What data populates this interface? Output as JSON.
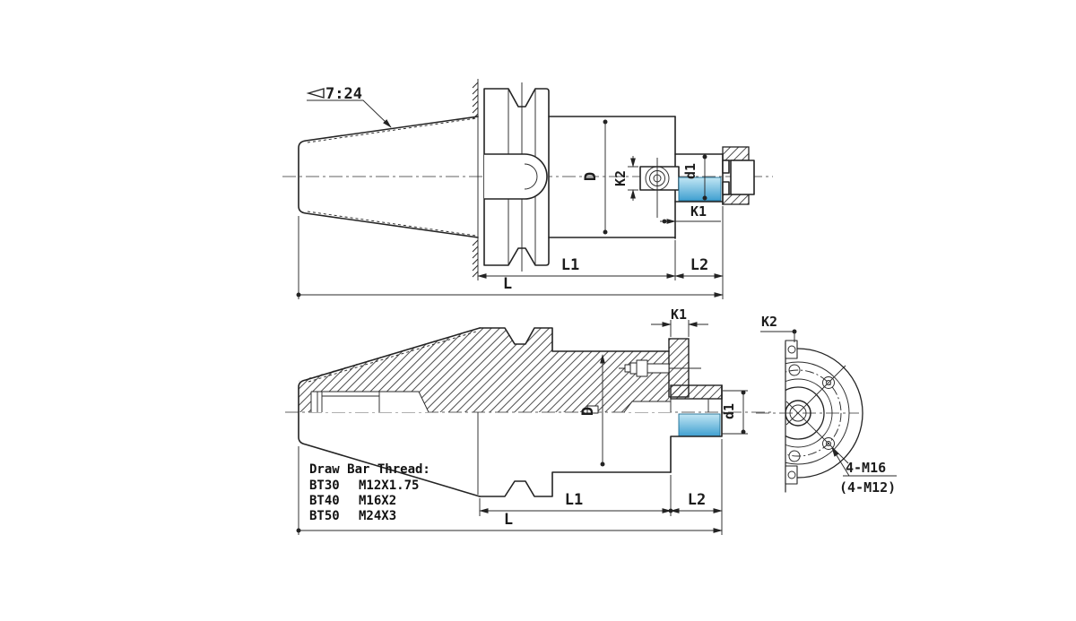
{
  "drawing": {
    "title_note": "Draw Bar Thread:",
    "taper_ratio": "7:24",
    "views": {
      "top": {
        "labels": {
          "D": "D",
          "K2": "K2",
          "d1": "d1",
          "K1": "K1",
          "L1": "L1",
          "L2": "L2",
          "L": "L"
        }
      },
      "bottom": {
        "labels": {
          "K1": "K1",
          "D": "D",
          "d1": "d1",
          "L1": "L1",
          "L2": "L2",
          "L": "L"
        }
      },
      "end": {
        "labels": {
          "K2": "K2"
        },
        "bolt_note_primary": "4-M16",
        "bolt_note_secondary": "(4-M12)"
      }
    },
    "drawbar_table": {
      "title": "Draw Bar Thread:",
      "rows": [
        {
          "model": "BT30",
          "thread": "M12X1.75"
        },
        {
          "model": "BT40",
          "thread": "M16X2"
        },
        {
          "model": "BT50",
          "thread": "M24X3"
        }
      ]
    },
    "colors": {
      "line": "#232323",
      "highlight_top": "#c2e6f4",
      "highlight_bottom": "#3f9fd0"
    }
  }
}
